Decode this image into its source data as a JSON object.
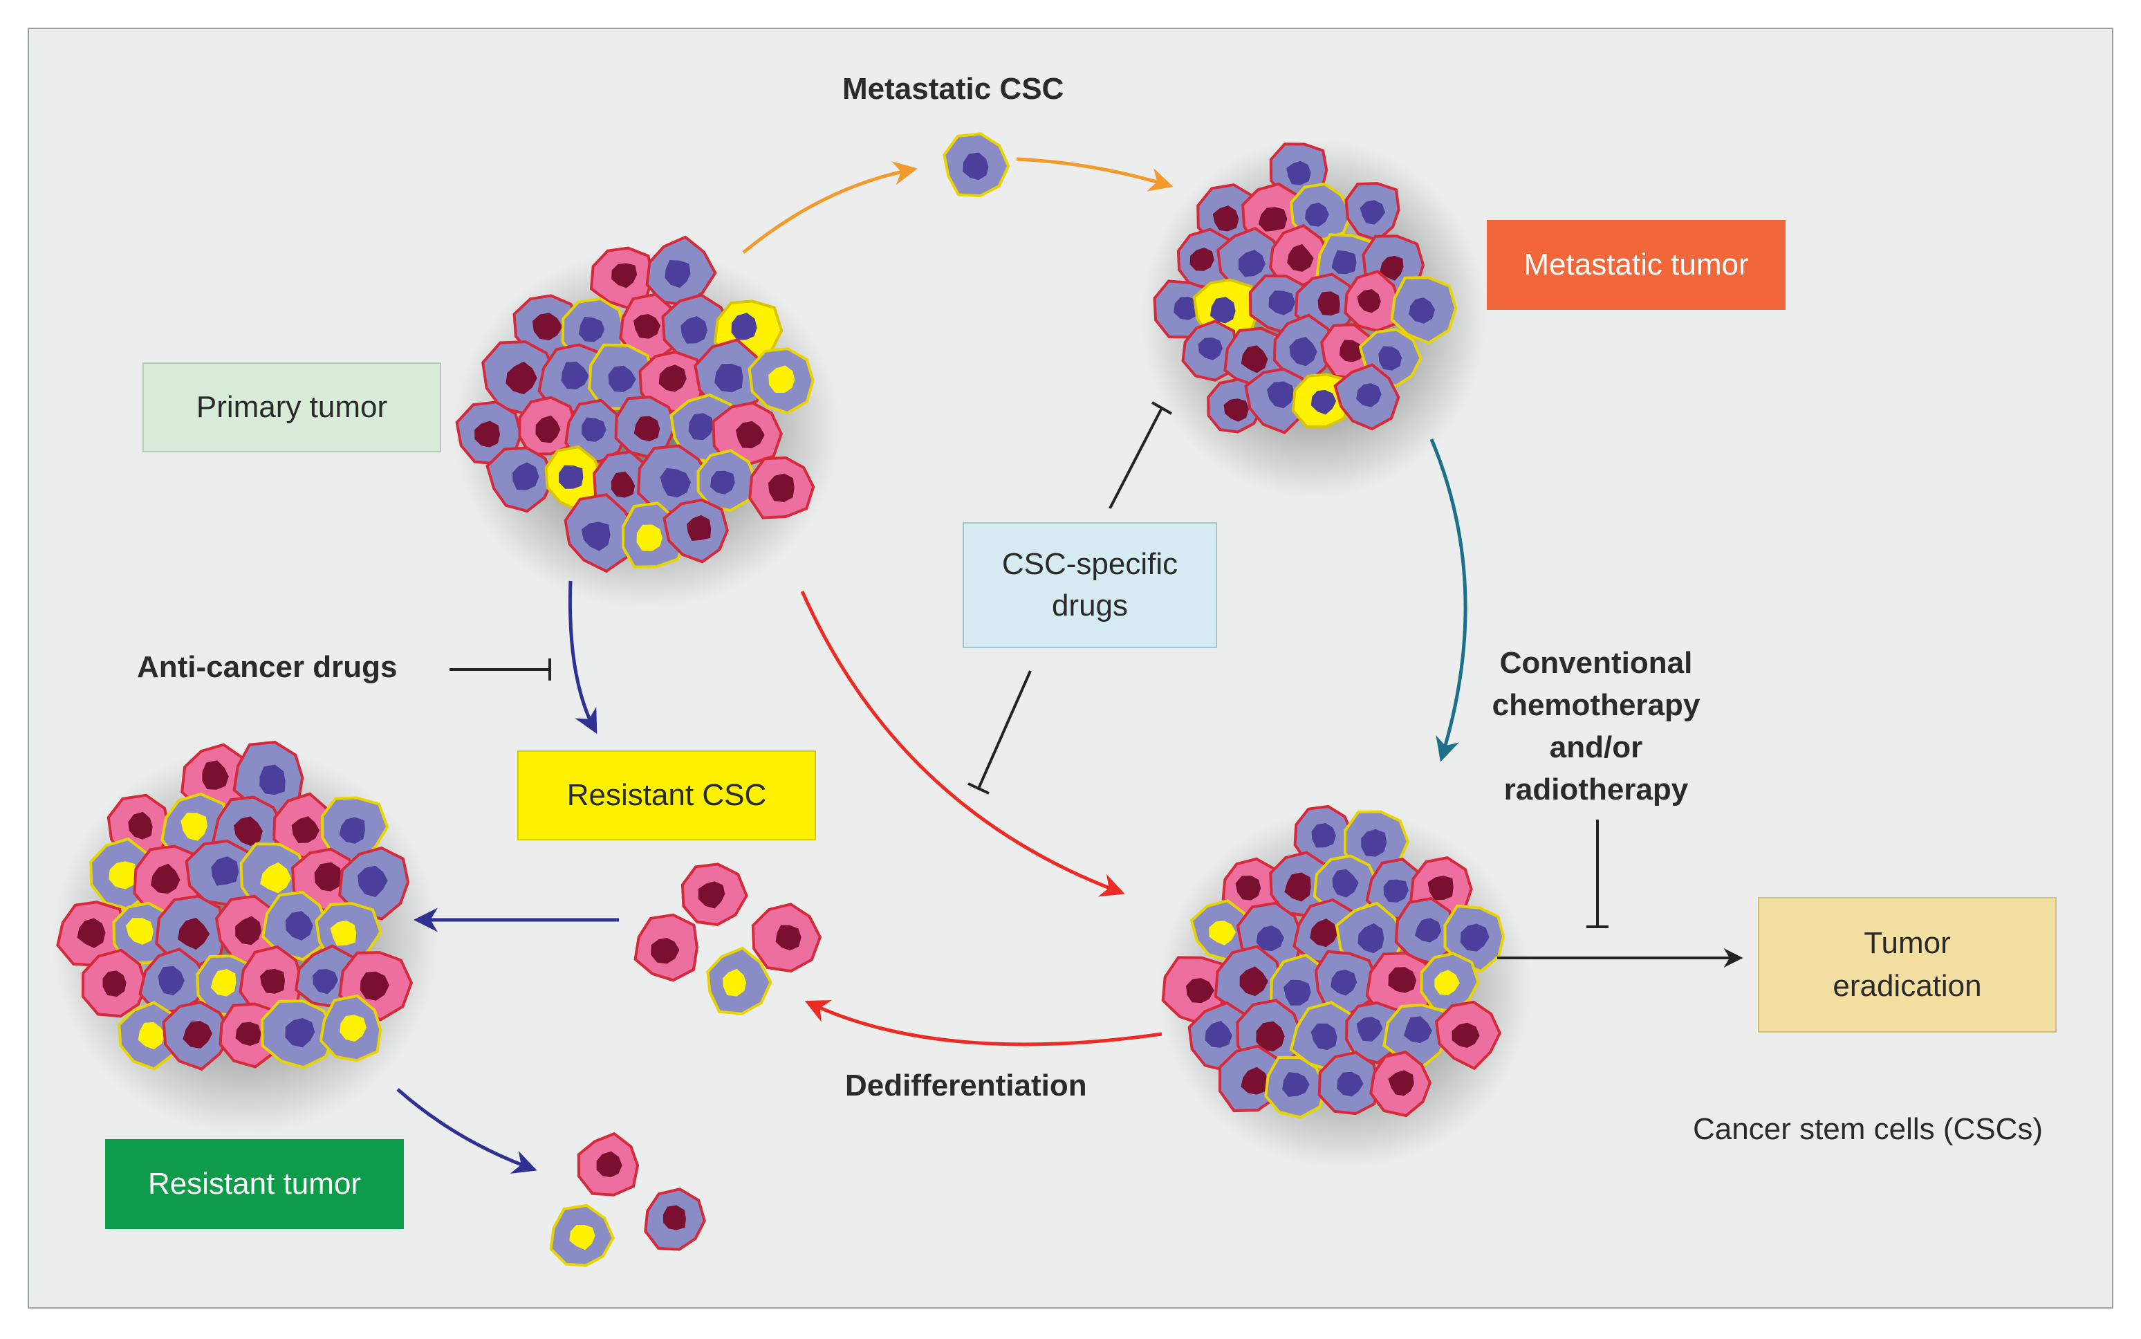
{
  "labels": {
    "metastatic_csc": "Metastatic CSC",
    "anti_cancer_drugs": "Anti-cancer drugs",
    "conventional_therapy": [
      "Conventional",
      "chemotherapy",
      "and/or",
      "radiotherapy"
    ],
    "dedifferentiation": "Dedifferentiation",
    "caption": "Cancer stem cells (CSCs)"
  },
  "boxes": {
    "primary_tumor": {
      "text": "Primary tumor",
      "fill": "#d8ecd9"
    },
    "metastatic_tumor": {
      "text": "Metastatic tumor",
      "fill": "#f2673a"
    },
    "csc_specific_drugs": {
      "line1": "CSC-specific",
      "line2": "drugs",
      "fill": "#d6ecf2"
    },
    "resistant_csc": {
      "text": "Resistant CSC",
      "fill": "#fff200"
    },
    "tumor_eradication": {
      "line1": "Tumor",
      "line2": "eradication",
      "fill": "#f3dfa1"
    },
    "resistant_tumor": {
      "text": "Resistant tumor",
      "fill": "#0e9c4b"
    }
  },
  "colors": {
    "orange_arrow": "#f39a2c",
    "red_arrow": "#ee2a24",
    "navy_arrow": "#2e3192",
    "teal_arrow": "#1d6f8a",
    "cell_purple": "#8a8cc6",
    "cell_pink": "#ec6fa0",
    "nucleus_purple": "#4b3f9b",
    "nucleus_maroon": "#7a1030",
    "csc_yellow": "#fff200"
  }
}
